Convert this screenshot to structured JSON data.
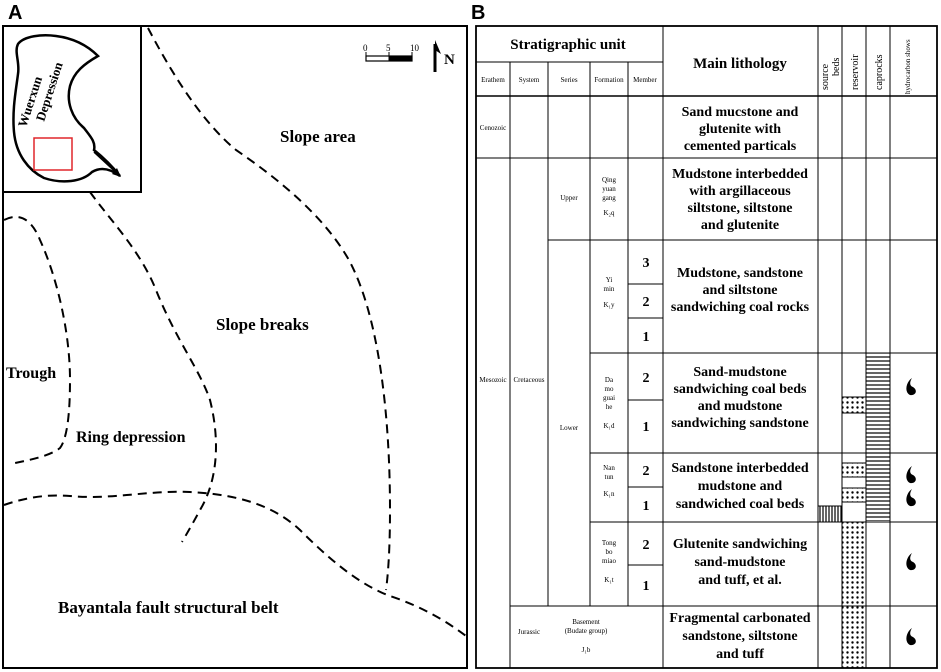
{
  "panel_a": {
    "letter": "A",
    "inset_label_1": "Wuerxun",
    "inset_label_2": "Depression",
    "scale_ticks": [
      "0",
      "5",
      "10"
    ],
    "north": "N",
    "areas": {
      "slope_area": "Slope area",
      "slope_breaks": "Slope breaks",
      "trough": "Trough",
      "ring_depression": "Ring depression",
      "fault_belt": "Bayantala fault structural belt"
    }
  },
  "panel_b": {
    "letter": "B",
    "header": {
      "stratigraphic_unit": "Stratigraphic unit",
      "erathem": "Erathem",
      "system": "System",
      "series": "Series",
      "formation": "Formation",
      "member": "Member",
      "main_lithology": "Main lithology",
      "source_beds_1": "source",
      "source_beds_2": "beds",
      "reservoir": "reservoir",
      "caprocks": "caprocks",
      "hydrocarbon_shows": "hydrocarbon shows"
    },
    "cenozoic": {
      "erathem": "Cenozoic",
      "lithology": [
        "Sand mucstone and",
        "glutenite with",
        "cemented particals"
      ]
    },
    "mesozoic": {
      "erathem": "Mesozoic",
      "system": "Cretaceous",
      "series_upper": "Upper",
      "series_lower": "Lower",
      "jurassic": "Jurassic",
      "formations": {
        "qingyuangang": [
          "Qing",
          "yuan",
          "gang",
          "K₂q"
        ],
        "yimin": [
          "Yi",
          "min",
          "K₁y"
        ],
        "damoguaihe": [
          "Da",
          "mo",
          "guai",
          "he",
          "K₁d"
        ],
        "nantun": [
          "Nan",
          "tun",
          "K₁n"
        ],
        "tongbomiao": [
          "Tong",
          "bo",
          "miao",
          "K₁t"
        ],
        "basement": [
          "Basement",
          "(Budate group)",
          "J₁b"
        ]
      },
      "members": {
        "yimin": [
          "3",
          "2",
          "1"
        ],
        "damoguaihe": [
          "2",
          "1"
        ],
        "nantun": [
          "2",
          "1"
        ],
        "tongbomiao": [
          "2",
          "1"
        ]
      },
      "lithology": {
        "qingyuangang": [
          "Mudstone interbedded",
          "with argillaceous",
          "siltstone, siltstone",
          "and glutenite"
        ],
        "yimin": [
          "Mudstone, sandstone",
          "and siltstone",
          "sandwiching coal rocks"
        ],
        "damoguaihe": [
          "Sand-mudstone",
          "sandwiching coal beds",
          "and mudstone",
          "sandwiching sandstone"
        ],
        "nantun": [
          "Sandstone interbedded",
          "mudstone and",
          "sandwiched coal beds"
        ],
        "tongbomiao": [
          "Glutenite sandwiching",
          "sand-mudstone",
          "and tuff, et al."
        ],
        "basement": [
          "Fragmental carbonated",
          "sandstone, siltstone",
          "and tuff"
        ]
      }
    }
  }
}
